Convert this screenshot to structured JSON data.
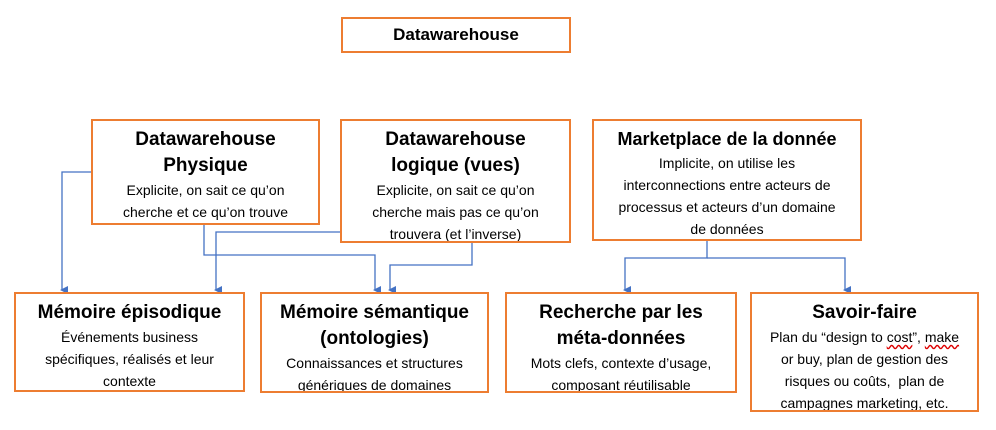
{
  "colors": {
    "border": "#ED7D31",
    "arrow": "#4472C4"
  },
  "top": {
    "title": "Datawarehouse"
  },
  "physique": {
    "title_line1": "Datawarehouse",
    "title_line2": "Physique",
    "body_line1": "Explicite, on sait ce qu’on",
    "body_line2": "cherche et ce qu’on trouve"
  },
  "logique": {
    "title_line1": "Datawarehouse",
    "title_line2": "logique (vues)",
    "body_line1": "Explicite, on sait ce qu’on",
    "body_line2": "cherche mais pas ce qu’on",
    "body_line3": "trouvera (et l’inverse)"
  },
  "marketplace": {
    "title_line1": "Marketplace de la donnée",
    "body_line1": "Implicite, on utilise les",
    "body_line2": "interconnections entre acteurs de",
    "body_line3": "processus et acteurs d’un domaine",
    "body_line4": "de données"
  },
  "episodique": {
    "title_line1": "Mémoire épisodique",
    "body_line1": "Événements business",
    "body_line2": "spécifiques, réalisés et leur",
    "body_line3": "contexte"
  },
  "semantique": {
    "title_line1": "Mémoire sémantique",
    "title_line2": "(ontologies)",
    "body_line1": "Connaissances et structures",
    "body_line2": "génériques de domaines"
  },
  "recherche": {
    "title_line1": "Recherche par les",
    "title_line2": "méta-données",
    "body_line1": "Mots clefs, contexte d’usage,",
    "body_line2": "composant réutilisable"
  },
  "savoir": {
    "title_line1": "Savoir-faire",
    "body_l1a": "Plan du “design to ",
    "body_l1b": "cost",
    "body_l1c": "”, ",
    "body_l1d": "make",
    "body_line2": "or buy, plan de gestion des",
    "body_line3": "risques ou coûts,  plan de",
    "body_line4": "campagnes marketing, etc."
  }
}
